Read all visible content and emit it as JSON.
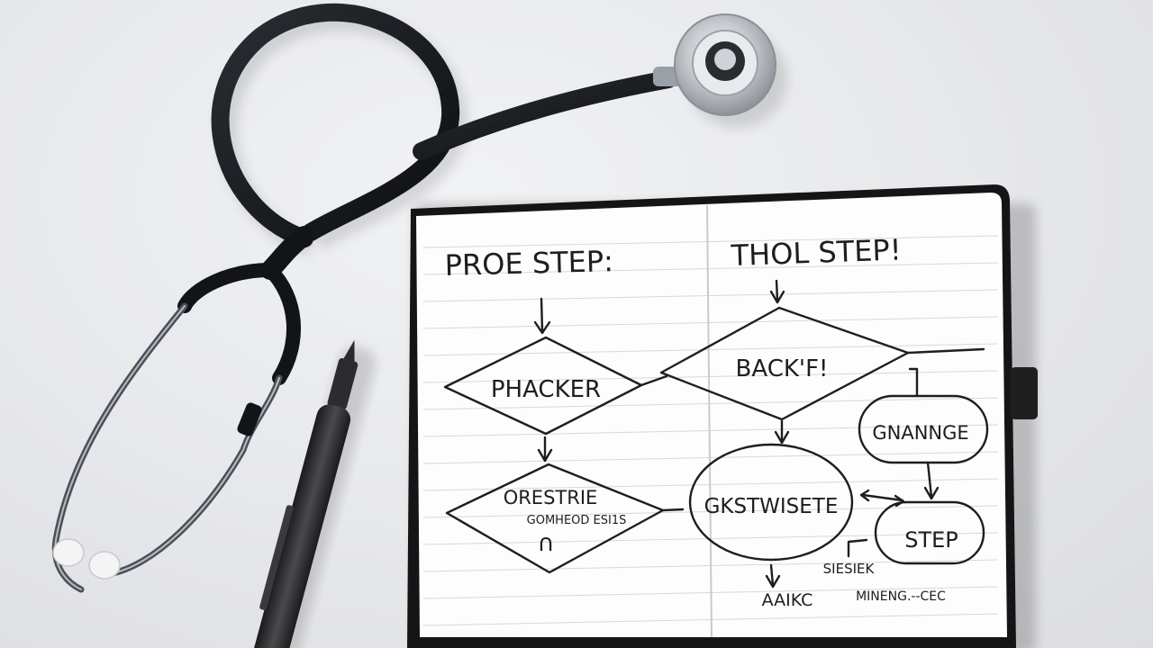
{
  "objects": {
    "stethoscope_icon": "stethoscope-icon",
    "pen_icon": "pen-icon",
    "notebook_icon": "notebook-icon"
  },
  "colors": {
    "background": "#e6e7ea",
    "notebook_cover": "#151515",
    "page": "#fdfdfd",
    "ink": "#1e1e1e",
    "tubing": "#121418",
    "chestpiece": "#c9ccd1"
  },
  "notebook": {
    "left_page": {
      "heading": "PROE STEP:",
      "diamond_top": "PHACKER",
      "diamond_bottom_line1": "ORESTRIE",
      "diamond_bottom_line2": "GOMHEOD ESI1S",
      "diamond_bottom_mark": "∩"
    },
    "right_page": {
      "heading": "THOL STEP!",
      "diamond": "BACK'F!",
      "oval_large": "GKSTWISETE",
      "oval_change": "GNANNGE",
      "oval_step": "STEP",
      "note_stepk": "SIESIEK",
      "note_bottom_left": "AAIKC",
      "note_bottom_right": "MINENG.--CEC"
    }
  }
}
